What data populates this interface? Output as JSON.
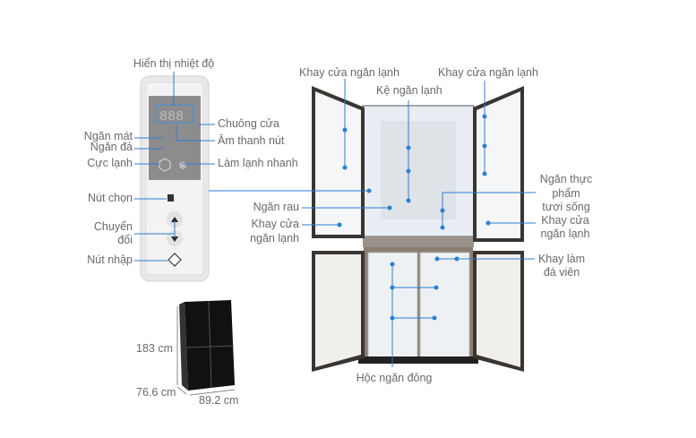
{
  "control_panel": {
    "display_label": "Hiển thị nhiệt độ",
    "left_labels": [
      "Ngăn mát",
      "Ngăn đá",
      "Cực lạnh",
      "Nút chọn",
      "Chuyển",
      "đổi",
      "Nút nhập"
    ],
    "right_labels": [
      "Chuông cửa",
      "Âm thanh nút",
      "Làm lạnh nhanh"
    ]
  },
  "fridge": {
    "labels": {
      "door_tray_left_top": "Khay cửa ngăn lạnh",
      "door_tray_right_top": "Khay cửa ngăn lạnh",
      "shelf": "Kệ ngăn lạnh",
      "vegetable": "Ngăn rau",
      "door_tray_left_bottom": [
        "Khay cửa",
        "ngăn lạnh"
      ],
      "fresh_food": [
        "Ngăn thực",
        "phẩm",
        "tươi sống"
      ],
      "door_tray_right_bottom": [
        "Khay cửa",
        "ngăn lạnh"
      ],
      "ice_tray": [
        "Khay làm",
        "đá viên"
      ],
      "freezer_drawer": "Hộc ngăn đông"
    }
  },
  "dimensions": {
    "height": "183 cm",
    "depth": "76.6 cm",
    "width": "89.2 cm"
  },
  "colors": {
    "accent": "#2a7fd6",
    "text": "#6a6a6a"
  }
}
